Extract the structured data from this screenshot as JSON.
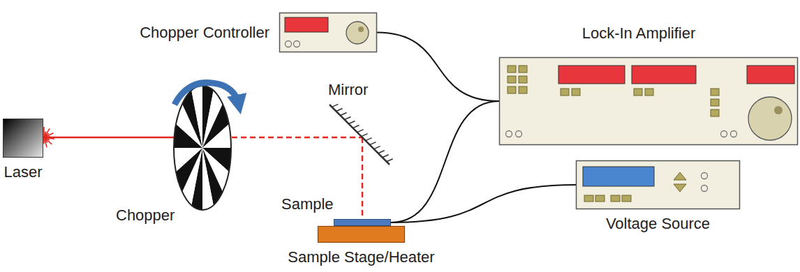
{
  "diagram": {
    "nodes": [
      {
        "text": [
          "Chopper Controller"
        ]
      },
      {
        "text": [
          "Lock-In Amplifier"
        ]
      },
      {
        "text": [
          "Laser"
        ]
      },
      {
        "text": [
          "Sample"
        ]
      },
      {
        "text": [
          "Voltage Source"
        ]
      },
      {
        "text": [
          "Sample Stage/Heater"
        ]
      }
    ],
    "edges": [
      {
        "from": 0,
        "to": 1,
        "arrow": "none"
      },
      {
        "from": 1,
        "to": 3,
        "arrow": "none"
      },
      {
        "from": 3,
        "to": 4,
        "arrow": "none"
      }
    ],
    "labels": [
      "Chopper",
      "Mirror"
    ]
  }
}
